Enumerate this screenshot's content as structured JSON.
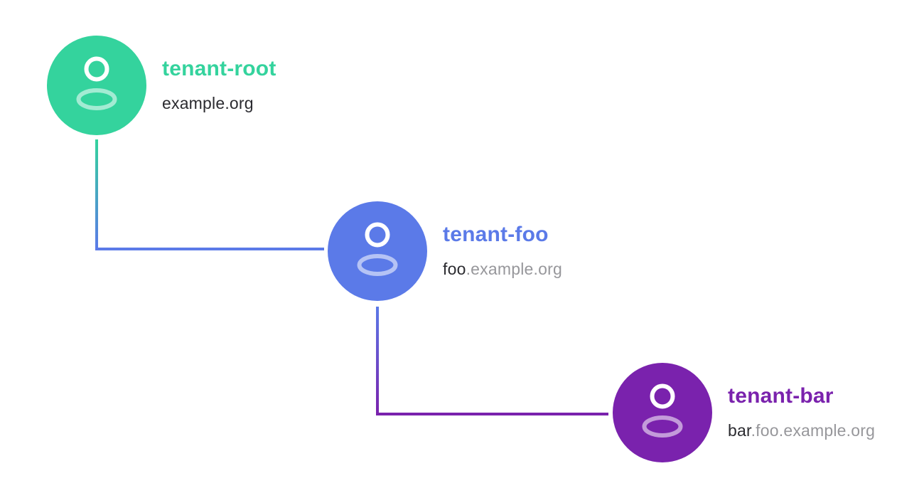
{
  "diagram": {
    "background": "#ffffff",
    "nodes": [
      {
        "id": "tenant-root",
        "title": "tenant-root",
        "domain_prefix": "example.org",
        "domain_suffix": "",
        "accent_color": "#34d39d",
        "icon": "user-avatar-icon"
      },
      {
        "id": "tenant-foo",
        "title": "tenant-foo",
        "domain_prefix": "foo",
        "domain_suffix": ".example.org",
        "accent_color": "#5b7ae8",
        "icon": "user-avatar-icon"
      },
      {
        "id": "tenant-bar",
        "title": "tenant-bar",
        "domain_prefix": "bar",
        "domain_suffix": ".foo.example.org",
        "accent_color": "#7a22ad",
        "icon": "user-avatar-icon"
      }
    ],
    "connectors": [
      {
        "from": "tenant-root",
        "to": "tenant-foo",
        "from_color": "#34d39d",
        "to_color": "#5b7ae8"
      },
      {
        "from": "tenant-foo",
        "to": "tenant-bar",
        "from_color": "#5b7ae8",
        "to_color": "#7a22ad"
      }
    ],
    "palette": {
      "domain_text": "#2b2b30",
      "domain_muted_text": "#97979b"
    }
  }
}
